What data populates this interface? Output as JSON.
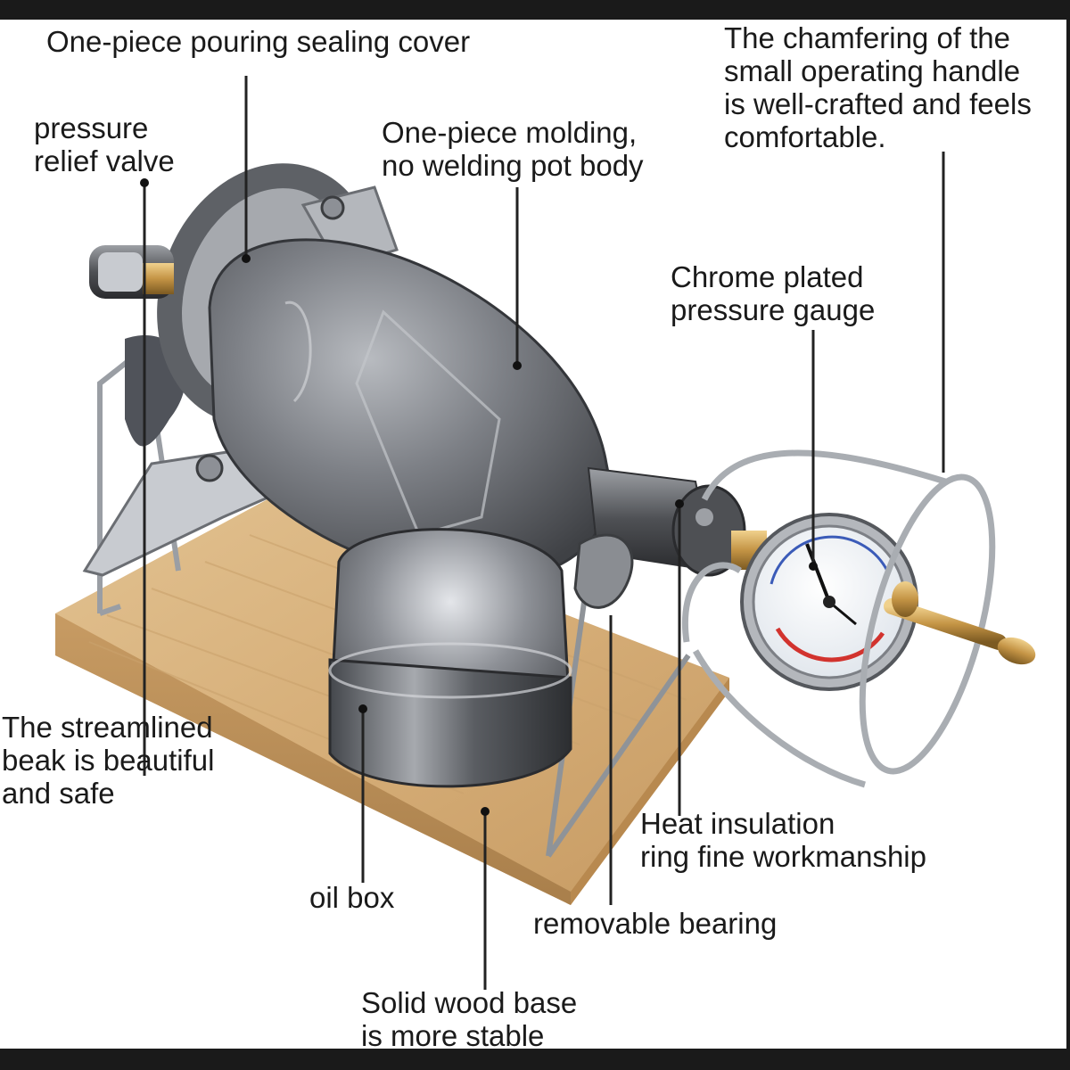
{
  "labels": {
    "pouring_cover": "One-piece pouring sealing cover",
    "relief_valve_line1": "pressure",
    "relief_valve_line2": "relief valve",
    "molding_line1": "One-piece molding,",
    "molding_line2": "no welding pot body",
    "chamfer_line1": "The chamfering of the",
    "chamfer_line2": "small operating handle",
    "chamfer_line3": "is well-crafted and feels",
    "chamfer_line4": "comfortable.",
    "gauge_line1": "Chrome plated",
    "gauge_line2": "pressure gauge",
    "beak_line1": "The streamlined",
    "beak_line2": "beak is beautiful",
    "beak_line3": "and safe",
    "insulation_line1": "Heat insulation",
    "insulation_line2": "ring fine workmanship",
    "oil_box": "oil box",
    "bearing": "removable bearing",
    "base_line1": "Solid wood base",
    "base_line2": "is more stable"
  },
  "colors": {
    "frame": "#1a1a1a",
    "wood": "#d9b582",
    "metal_dark": "#5d5f63",
    "metal_light": "#c9ccd1",
    "brass": "#c9a25a",
    "gauge_red": "#d2332e"
  }
}
